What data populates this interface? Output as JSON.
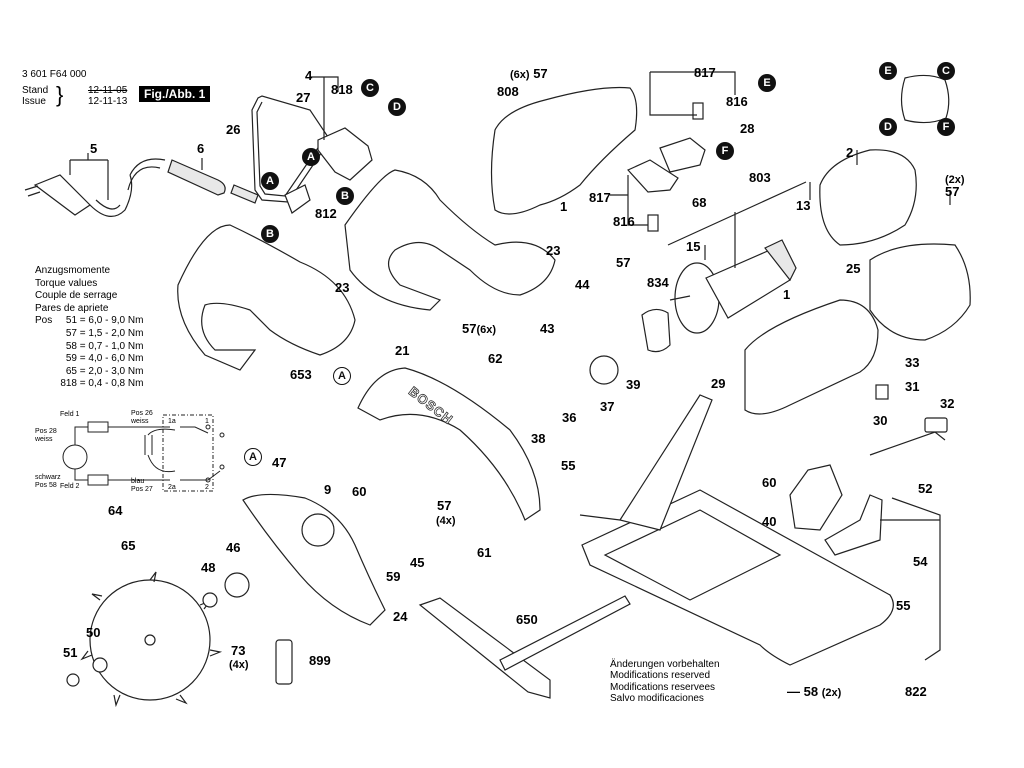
{
  "header": {
    "part_number": "3 601 F64 000",
    "stand_label": "Stand",
    "issue_label": "Issue",
    "stand_date_struck": "12-11-05",
    "issue_date": "12-11-13",
    "figure_label": "Fig./Abb. 1"
  },
  "torque": {
    "titles": [
      "Anzugsmomente",
      "Torque values",
      "Couple de serrage",
      "Pares de apriete"
    ],
    "pos_label": "Pos",
    "rows": [
      {
        "pos": "51",
        "value": "= 6,0 - 9,0 Nm"
      },
      {
        "pos": "57",
        "value": "= 1,5 - 2,0 Nm"
      },
      {
        "pos": "58",
        "value": "= 0,7 - 1,0 Nm"
      },
      {
        "pos": "59",
        "value": "= 4,0 - 6,0 Nm"
      },
      {
        "pos": "65",
        "value": "= 2,0 - 3,0 Nm"
      },
      {
        "pos": "818",
        "value": "= 0,4 - 0,8 Nm"
      }
    ]
  },
  "wiring": {
    "feld1": "Feld 1",
    "feld2": "Feld 2",
    "pos26_a": "Pos 26",
    "pos26_b": "weiss",
    "pos28_a": "Pos 28",
    "pos28_b": "weiss",
    "schwarz": "schwarz",
    "pos58": "Pos 58",
    "blau": "blau",
    "pos27": "Pos 27",
    "t1a": "1a",
    "t1": "1",
    "t2a": "2a",
    "t2": "2"
  },
  "connectors": {
    "A": "A",
    "B": "B",
    "C": "C",
    "D": "D",
    "E": "E",
    "F": "F"
  },
  "parts": {
    "p1": "1",
    "p2": "2",
    "p4": "4",
    "p5": "5",
    "p6": "6",
    "p9": "9",
    "p13": "13",
    "p15": "15",
    "p21": "21",
    "p23": "23",
    "p24": "24",
    "p25": "25",
    "p26": "26",
    "p27": "27",
    "p28": "28",
    "p29": "29",
    "p30": "30",
    "p31": "31",
    "p32": "32",
    "p33": "33",
    "p36": "36",
    "p37": "37",
    "p38": "38",
    "p39": "39",
    "p40": "40",
    "p43": "43",
    "p44": "44",
    "p45": "45",
    "p46": "46",
    "p47": "47",
    "p48": "48",
    "p50": "50",
    "p51": "51",
    "p52": "52",
    "p54": "54",
    "p55": "55",
    "p57": "57",
    "p58": "58",
    "p59": "59",
    "p60": "60",
    "p61": "61",
    "p62": "62",
    "p64": "64",
    "p65": "65",
    "p68": "68",
    "p73": "73",
    "p650": "650",
    "p653": "653",
    "p803": "803",
    "p808": "808",
    "p812": "812",
    "p816": "816",
    "p817": "817",
    "p818": "818",
    "p822": "822",
    "p834": "834",
    "p899": "899"
  },
  "quantities": {
    "x6": "(6x)",
    "x4": "(4x)",
    "x2": "(2x)"
  },
  "brand_on_guard": "BOSCH",
  "footer": {
    "lines": [
      "Änderungen vorbehalten",
      "Modifications reserved",
      "Modifications reservees",
      "Salvo modificaciones"
    ]
  }
}
